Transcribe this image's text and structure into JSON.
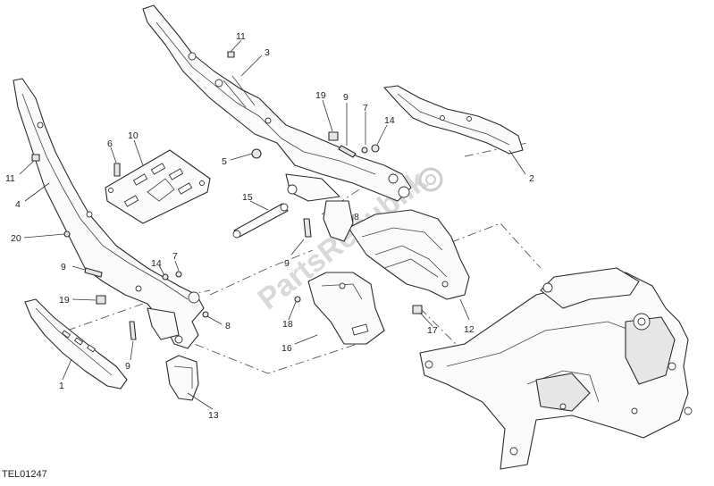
{
  "diagram": {
    "code": "TEL01247",
    "watermark": "PartsRepublik",
    "callouts": [
      "1",
      "2",
      "3",
      "4",
      "5",
      "6",
      "7",
      "7",
      "8",
      "8",
      "9",
      "9",
      "9",
      "9",
      "10",
      "11",
      "11",
      "12",
      "13",
      "14",
      "14",
      "15",
      "16",
      "17",
      "18",
      "19",
      "19",
      "20"
    ]
  }
}
